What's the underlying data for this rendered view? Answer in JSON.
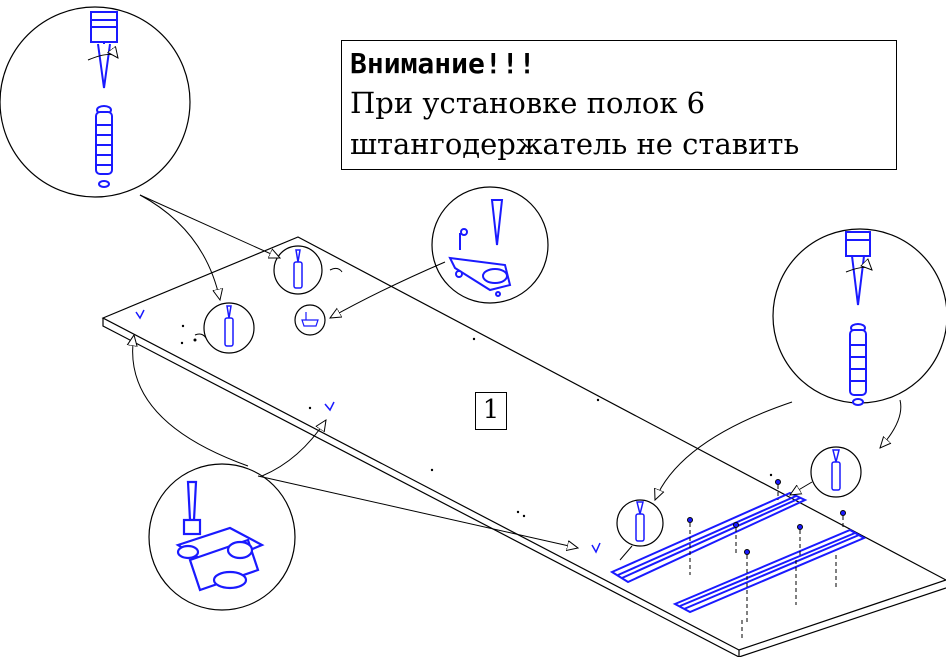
{
  "notice": {
    "title": "Внимание!!!",
    "line1": "При установке полок 6",
    "line2": "штангодержатель не ставить"
  },
  "part_label": "1",
  "colors": {
    "line": "#000000",
    "hardware": "#1a1aff",
    "background": "#ffffff"
  }
}
